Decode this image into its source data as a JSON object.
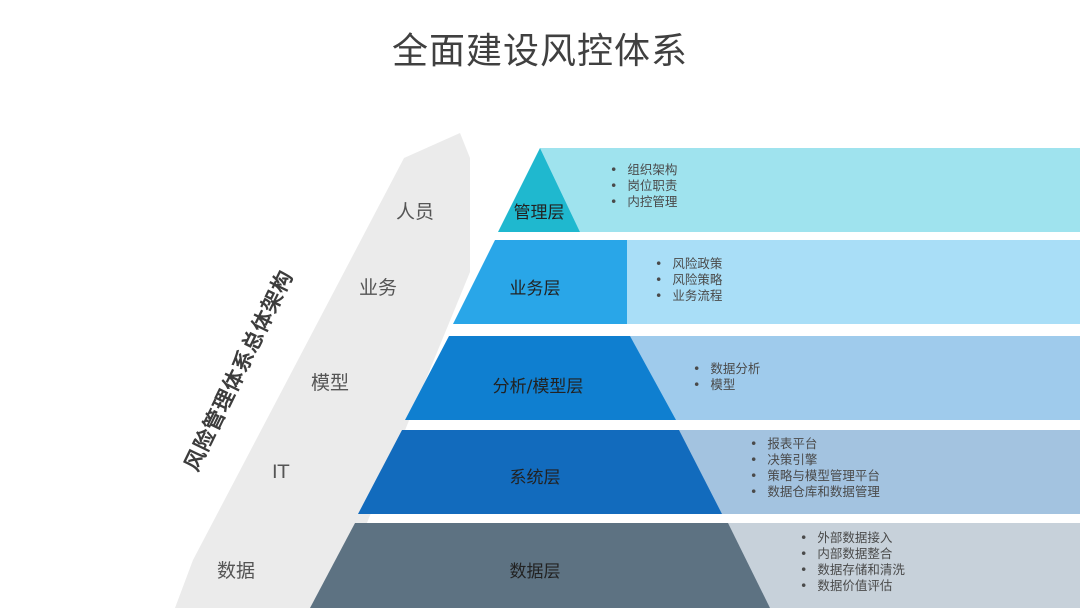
{
  "title": "全面建设风控体系",
  "vertical_title": "风险管理体系总体架构",
  "dimensions": [
    {
      "label": "人员"
    },
    {
      "label": "业务"
    },
    {
      "label": "模型"
    },
    {
      "label": "IT"
    },
    {
      "label": "数据"
    }
  ],
  "layers": [
    {
      "name": "管理层",
      "items": [
        "组织架构",
        "岗位职责",
        "内控管理"
      ],
      "band_color": "#9fe3ee",
      "tri_color": "#1fb8cf"
    },
    {
      "name": "业务层",
      "items": [
        "风险政策",
        "风险策略",
        "业务流程"
      ],
      "band_color": "#a9def7",
      "tri_color": "#29a6e8"
    },
    {
      "name": "分析/模型层",
      "items": [
        "数据分析",
        "模型"
      ],
      "band_color": "#9fcbec",
      "tri_color": "#0f7fd0"
    },
    {
      "name": "系统层",
      "items": [
        "报表平台",
        "决策引擎",
        "策略与模型管理平台",
        "数据仓库和数据管理"
      ],
      "band_color": "#a3c3e0",
      "tri_color": "#126bbd"
    },
    {
      "name": "数据层",
      "items": [
        "外部数据接入",
        "内部数据整合",
        "数据存储和清洗",
        "数据价值评估"
      ],
      "band_color": "#c7d1da",
      "tri_color": "#5d7282"
    }
  ]
}
